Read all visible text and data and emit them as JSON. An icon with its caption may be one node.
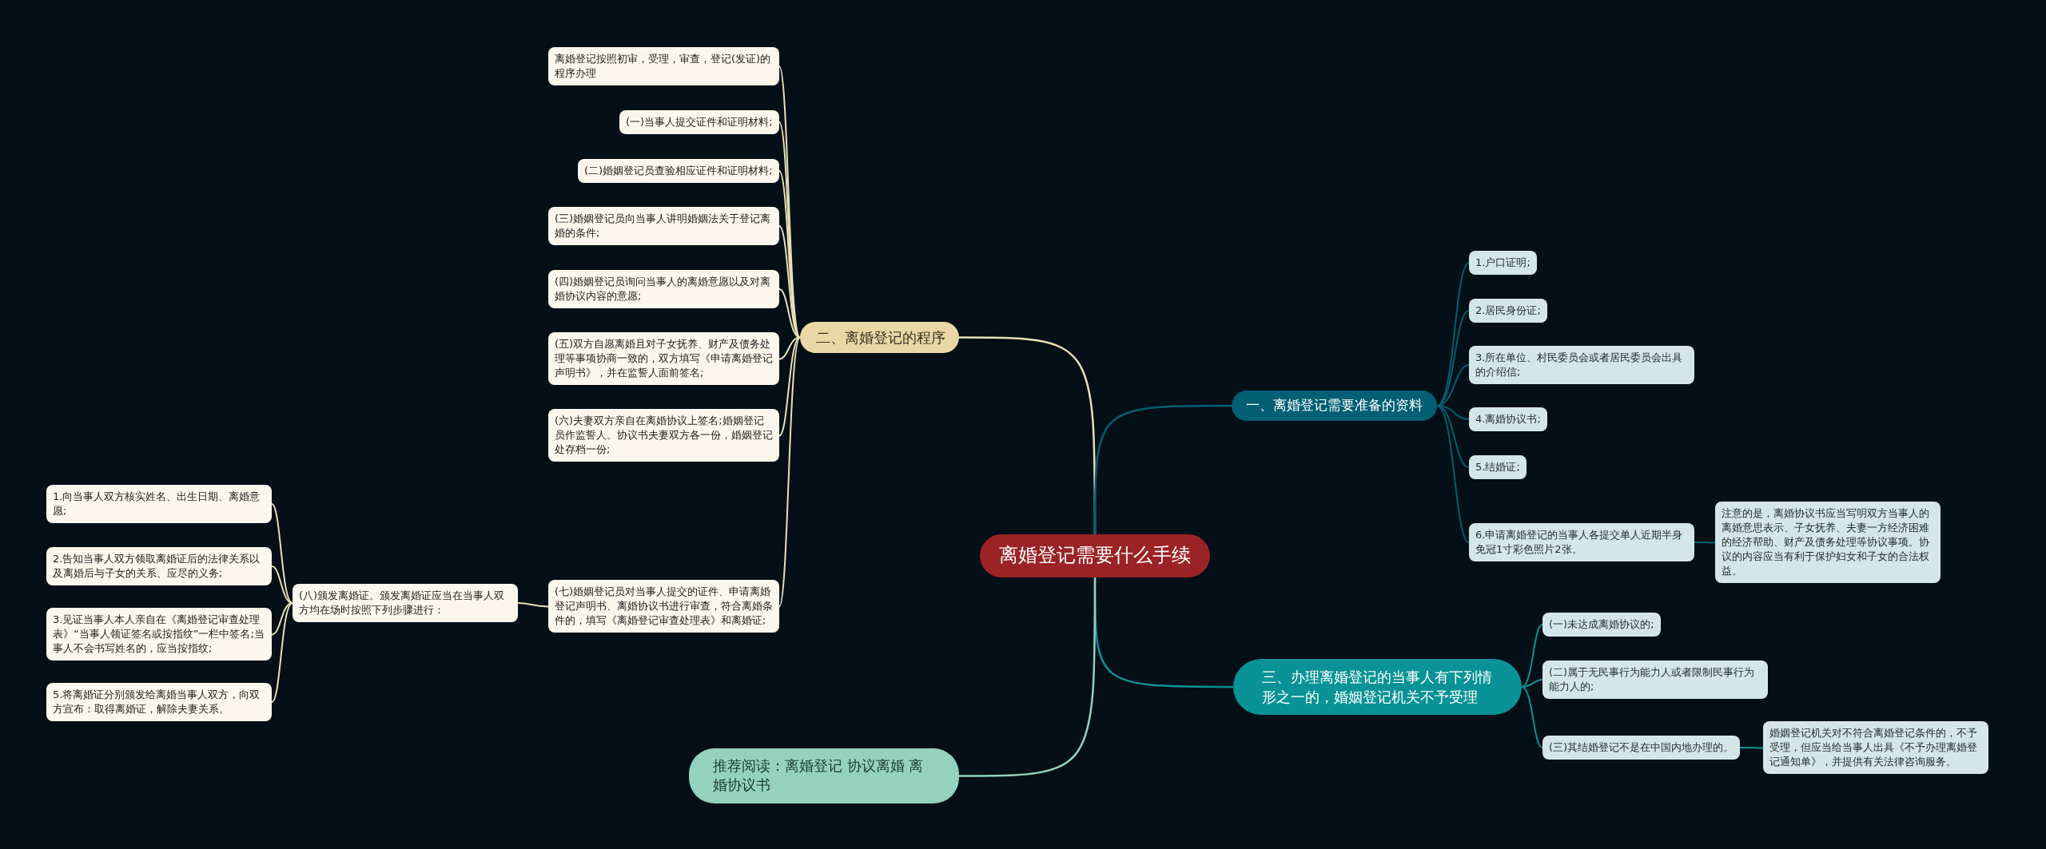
{
  "diagram": {
    "nodes": [
      {
        "text": [
          "离婚登记需要什么手续"
        ]
      },
      {
        "text": [
          "二、离婚登记的程序"
        ]
      },
      {
        "text": [
          "离婚登记按照初审，受理，审查，登记(发证)的程序办理"
        ]
      },
      {
        "text": [
          "(一)当事人提交证件和证明材料;"
        ]
      },
      {
        "text": [
          "(二)婚姻登记员查验相应证件和证明材料;"
        ]
      },
      {
        "text": [
          "(三)婚姻登记员向当事人讲明婚姻法关于登记离婚的条件;"
        ]
      },
      {
        "text": [
          "(四)婚姻登记员询问当事人的离婚意愿以及对离婚协议内容的意愿;"
        ]
      },
      {
        "text": [
          "(五)双方自愿离婚且对子女抚养、财产及债务处理等事项协商一致的，双方填写《申请离婚登记声明书》，并在监誓人面前签名;"
        ]
      },
      {
        "text": [
          "(六)夫妻双方亲自在离婚协议上签名;婚姻登记员作监誓人。协议书夫妻双方各一份，婚姻登记处存档一份;"
        ]
      },
      {
        "text": [
          "(七)婚姻登记员对当事人提交的证件、申请离婚登记声明书、离婚协议书进行审查，符合离婚条件的，填写《离婚登记审查处理表》和离婚证;"
        ]
      },
      {
        "text": [
          "(八)颁发离婚证。颁发离婚证应当在当事人双方均在场时按照下列步骤进行："
        ]
      },
      {
        "text": [
          "1.向当事人双方核实姓名、出生日期、离婚意愿;"
        ]
      },
      {
        "text": [
          "2.告知当事人双方领取离婚证后的法律关系以及离婚后与子女的关系、应尽的义务;"
        ]
      },
      {
        "text": [
          "3.见证当事人本人亲自在《离婚登记审查处理表》“当事人领证签名或按指纹”一栏中签名;当事人不会书写姓名的，应当按指纹;"
        ]
      },
      {
        "text": [
          "5.将离婚证分别颁发给离婚当事人双方，向双方宣布：取得离婚证，解除夫妻关系。"
        ]
      },
      {
        "text": [
          "一、离婚登记需要准备的资料"
        ]
      },
      {
        "text": [
          "1.户口证明;"
        ]
      },
      {
        "text": [
          "2.居民身份证;"
        ]
      },
      {
        "text": [
          "3.所在单位、村民委员会或者居民委员会出具的介绍信;"
        ]
      },
      {
        "text": [
          "4.离婚协议书;"
        ]
      },
      {
        "text": [
          "5.结婚证;"
        ]
      },
      {
        "text": [
          "6.申请离婚登记的当事人各提交单人近期半身免冠1寸彩色照片2张。"
        ]
      },
      {
        "text": [
          "注意的是，离婚协议书应当写明双方当事人的离婚意思表示、子女抚养、夫妻一方经济困难的经济帮助、财产及债务处理等协议事项。协议的内容应当有利于保护妇女和子女的合法权益。"
        ]
      },
      {
        "text": [
          "三、办理离婚登记的当事人有下列情形之一的，婚姻登记机关不予受理"
        ]
      },
      {
        "text": [
          "(一)未达成离婚协议的;"
        ]
      },
      {
        "text": [
          "(二)属于无民事行为能力人或者限制民事行为能力人的;"
        ]
      },
      {
        "text": [
          "(三)其结婚登记不是在中国内地办理的。"
        ]
      },
      {
        "text": [
          "婚姻登记机关对不符合离婚登记条件的，不予受理，但应当给当事人出具《不予办理离婚登记通知单》，并提供有关法律咨询服务。"
        ]
      },
      {
        "text": [
          "推荐阅读：离婚登记 协议离婚 离婚协议书"
        ]
      }
    ],
    "edges": [
      {
        "from": 0,
        "to": 1,
        "arrow": "none"
      },
      {
        "from": 1,
        "to": 2,
        "arrow": "none"
      },
      {
        "from": 1,
        "to": 3,
        "arrow": "none"
      },
      {
        "from": 1,
        "to": 4,
        "arrow": "none"
      },
      {
        "from": 1,
        "to": 5,
        "arrow": "none"
      },
      {
        "from": 1,
        "to": 6,
        "arrow": "none"
      },
      {
        "from": 1,
        "to": 7,
        "arrow": "none"
      },
      {
        "from": 1,
        "to": 8,
        "arrow": "none"
      },
      {
        "from": 1,
        "to": 9,
        "arrow": "none"
      },
      {
        "from": 9,
        "to": 10,
        "arrow": "none"
      },
      {
        "from": 10,
        "to": 11,
        "arrow": "none"
      },
      {
        "from": 10,
        "to": 12,
        "arrow": "none"
      },
      {
        "from": 10,
        "to": 13,
        "arrow": "none"
      },
      {
        "from": 10,
        "to": 14,
        "arrow": "none"
      },
      {
        "from": 0,
        "to": 15,
        "arrow": "none",
        "color": "#005f73"
      },
      {
        "from": 15,
        "to": 16,
        "arrow": "none",
        "color": "#005f73"
      },
      {
        "from": 15,
        "to": 17,
        "arrow": "none",
        "color": "#005f73"
      },
      {
        "from": 15,
        "to": 18,
        "arrow": "none",
        "color": "#005f73"
      },
      {
        "from": 15,
        "to": 19,
        "arrow": "none",
        "color": "#005f73"
      },
      {
        "from": 15,
        "to": 20,
        "arrow": "none",
        "color": "#005f73"
      },
      {
        "from": 15,
        "to": 21,
        "arrow": "none",
        "color": "#005f73"
      },
      {
        "from": 21,
        "to": 22,
        "arrow": "none",
        "color": "#005f73"
      },
      {
        "from": 0,
        "to": 23,
        "arrow": "none",
        "color": "#0a9396"
      },
      {
        "from": 23,
        "to": 24,
        "arrow": "none",
        "color": "#0a9396"
      },
      {
        "from": 23,
        "to": 25,
        "arrow": "none",
        "color": "#0a9396"
      },
      {
        "from": 23,
        "to": 26,
        "arrow": "none",
        "color": "#0a9396"
      },
      {
        "from": 26,
        "to": 27,
        "arrow": "none",
        "color": "#0a9396"
      },
      {
        "from": 0,
        "to": 28,
        "arrow": "none",
        "color": "#94d2bd"
      }
    ]
  }
}
